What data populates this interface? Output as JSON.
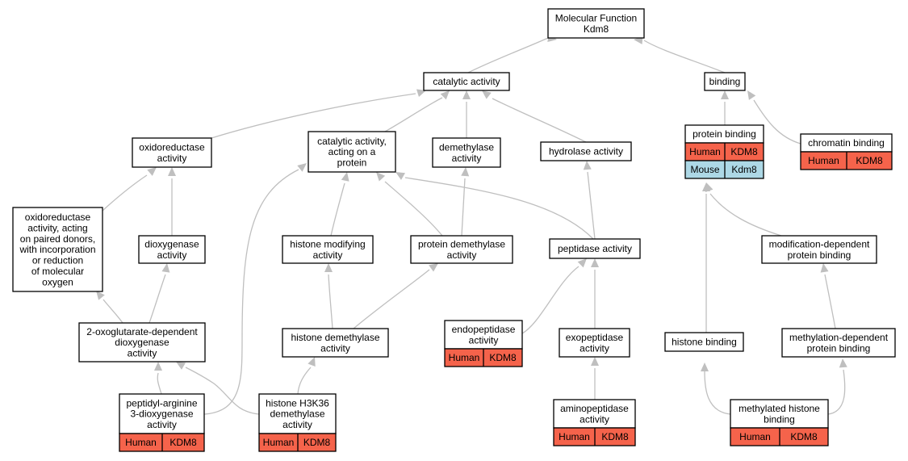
{
  "colors": {
    "human": "#f5634b",
    "mouse": "#add8e6",
    "edge": "#bfbfbf",
    "border": "#000000"
  },
  "nodes": {
    "molecular_function": [
      "Molecular Function",
      "Kdm8"
    ],
    "catalytic_activity": [
      "catalytic activity"
    ],
    "binding": [
      "binding"
    ],
    "oxidoreductase_activity": [
      "oxidoreductase",
      "activity"
    ],
    "catalytic_on_protein": [
      "catalytic activity,",
      "acting on a",
      "protein"
    ],
    "demethylase_activity": [
      "demethylase",
      "activity"
    ],
    "hydrolase_activity": [
      "hydrolase activity"
    ],
    "protein_binding": [
      "protein binding"
    ],
    "chromatin_binding": [
      "chromatin binding"
    ],
    "oxidoreductase_paired": [
      "oxidoreductase",
      "activity, acting",
      "on paired donors,",
      "with incorporation",
      "or reduction",
      "of molecular",
      "oxygen"
    ],
    "dioxygenase_activity": [
      "dioxygenase",
      "activity"
    ],
    "histone_modifying": [
      "histone modifying",
      "activity"
    ],
    "protein_demethylase": [
      "protein demethylase",
      "activity"
    ],
    "peptidase_activity": [
      "peptidase activity"
    ],
    "modification_dependent": [
      "modification-dependent",
      "protein binding"
    ],
    "oxoglutarate_dioxygenase": [
      "2-oxoglutarate-dependent",
      "dioxygenase",
      "activity"
    ],
    "histone_demethylase": [
      "histone demethylase",
      "activity"
    ],
    "endopeptidase_activity": [
      "endopeptidase",
      "activity"
    ],
    "exopeptidase_activity": [
      "exopeptidase",
      "activity"
    ],
    "histone_binding": [
      "histone binding"
    ],
    "methylation_dependent": [
      "methylation-dependent",
      "protein binding"
    ],
    "peptidyl_arginine": [
      "peptidyl-arginine",
      "3-dioxygenase",
      "activity"
    ],
    "histone_h3k36": [
      "histone H3K36",
      "demethylase",
      "activity"
    ],
    "aminopeptidase_activity": [
      "aminopeptidase",
      "activity"
    ],
    "methylated_histone": [
      "methylated histone",
      "binding"
    ]
  },
  "annotations": {
    "protein_binding": [
      {
        "species": "Human",
        "gene": "KDM8"
      },
      {
        "species": "Mouse",
        "gene": "Kdm8"
      }
    ],
    "chromatin_binding": [
      {
        "species": "Human",
        "gene": "KDM8"
      }
    ],
    "endopeptidase_activity": [
      {
        "species": "Human",
        "gene": "KDM8"
      }
    ],
    "peptidyl_arginine": [
      {
        "species": "Human",
        "gene": "KDM8"
      }
    ],
    "histone_h3k36": [
      {
        "species": "Human",
        "gene": "KDM8"
      }
    ],
    "aminopeptidase_activity": [
      {
        "species": "Human",
        "gene": "KDM8"
      }
    ],
    "methylated_histone": [
      {
        "species": "Human",
        "gene": "KDM8"
      }
    ]
  }
}
